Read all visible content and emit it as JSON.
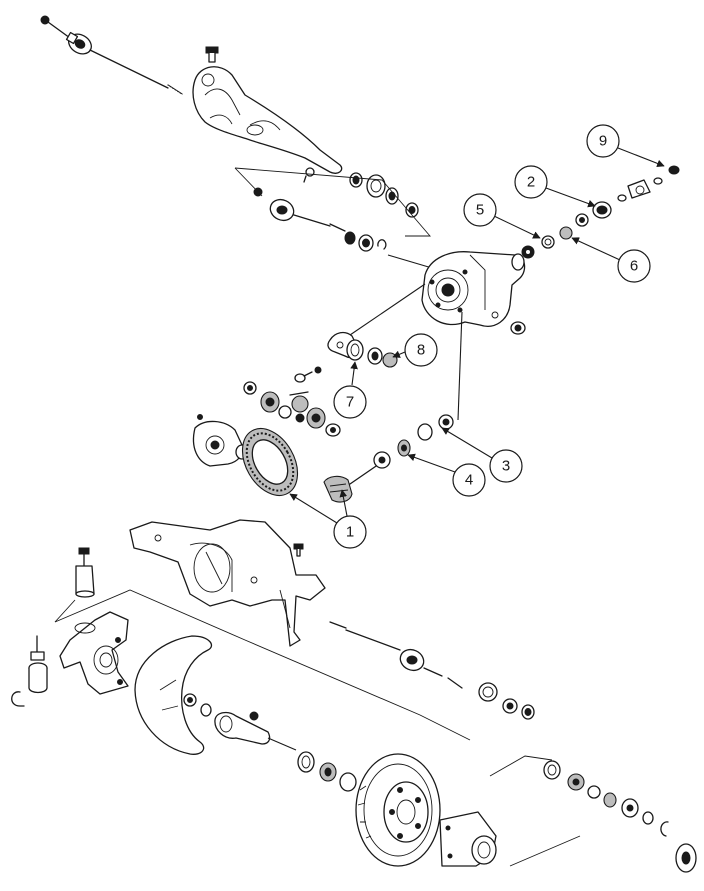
{
  "callouts": [
    {
      "id": "callout-1",
      "label": "1"
    },
    {
      "id": "callout-2",
      "label": "2"
    },
    {
      "id": "callout-3",
      "label": "3"
    },
    {
      "id": "callout-4",
      "label": "4"
    },
    {
      "id": "callout-5",
      "label": "5"
    },
    {
      "id": "callout-6",
      "label": "6"
    },
    {
      "id": "callout-7",
      "label": "7"
    },
    {
      "id": "callout-8",
      "label": "8"
    },
    {
      "id": "callout-9",
      "label": "9"
    }
  ],
  "colors": {
    "ink": "#1a1a1a",
    "shade": "#bdbdbd",
    "background": "#ffffff"
  }
}
